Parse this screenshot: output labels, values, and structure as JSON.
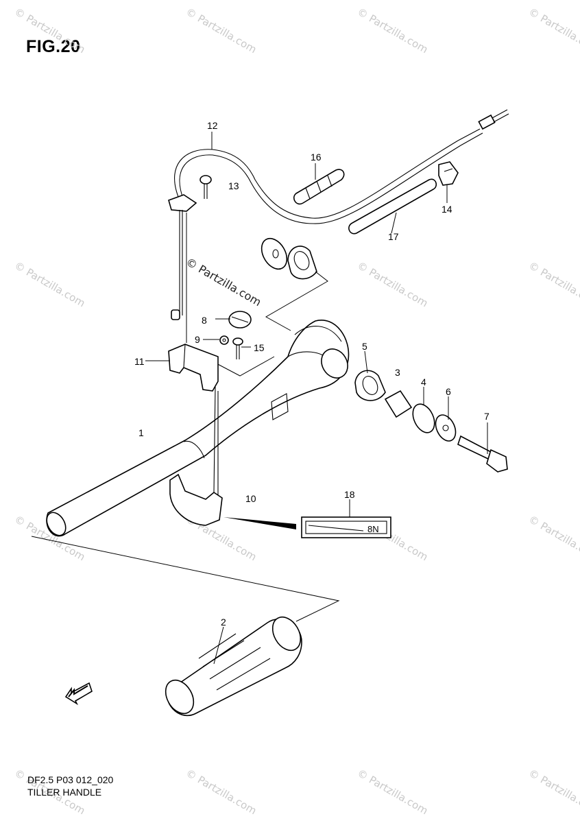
{
  "title": "FIG.20",
  "footer": {
    "code": "DF2.5 P03 012_020",
    "name": "TILLER HANDLE"
  },
  "watermark": {
    "text": "© Partzilla.com",
    "center_text": "© Partzilla.com"
  },
  "label_18_text": "8N",
  "callouts": [
    {
      "number": "12"
    },
    {
      "number": "13"
    },
    {
      "number": "16"
    },
    {
      "number": "14"
    },
    {
      "number": "17"
    },
    {
      "number": "8"
    },
    {
      "number": "9"
    },
    {
      "number": "15"
    },
    {
      "number": "11"
    },
    {
      "number": "5"
    },
    {
      "number": "3"
    },
    {
      "number": "4"
    },
    {
      "number": "6"
    },
    {
      "number": "7"
    },
    {
      "number": "1"
    },
    {
      "number": "10"
    },
    {
      "number": "18"
    },
    {
      "number": "2"
    }
  ],
  "icons": {
    "front_arrow": "front-direction-arrow-icon"
  }
}
